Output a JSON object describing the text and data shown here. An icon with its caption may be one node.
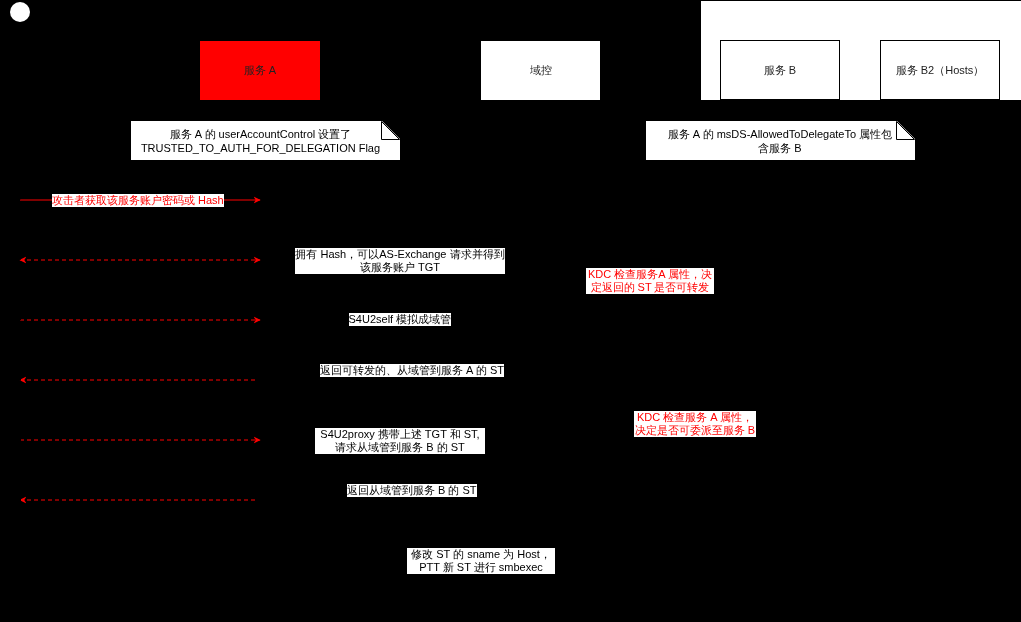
{
  "diagram": {
    "nodes": [
      {
        "text": [],
        "shape": "circle"
      },
      {
        "text": [
          "服务 A"
        ]
      },
      {
        "text": [
          "域控"
        ]
      },
      {
        "text": [],
        "shape": "box"
      },
      {
        "text": [
          "服务 B"
        ],
        "in": 3
      },
      {
        "text": [
          "服务 B2（Hosts）"
        ],
        "in": 3
      },
      {
        "text": [
          "服务 A 的 userAccountControl 设置了 TRUSTED_TO_AUTH_FOR_DELEGATION Flag"
        ]
      },
      {
        "text": [
          "服务 A 的 msDS-AllowedToDelegateTo 属性包含服务 B"
        ]
      }
    ],
    "labels": [
      "攻击者获取该服务账户密码或 Hash",
      "拥有 Hash，可以AS-Exchange 请求并得到该服务账户 TGT",
      "KDC 检查服务A 属性，决定返回的 ST 是否可转发",
      "S4U2self 模拟成域管",
      "返回可转发的、从域管到服务 A 的 ST",
      "KDC 检查服务 A 属性，决定是否可委派至服务 B",
      "S4U2proxy 携带上述 TGT 和 ST, 请求从域管到服务 B 的 ST",
      "返回从域管到服务 B 的 ST",
      "修改 ST 的 sname 为 Host，PTT 新 ST 进行 smbexec"
    ]
  }
}
